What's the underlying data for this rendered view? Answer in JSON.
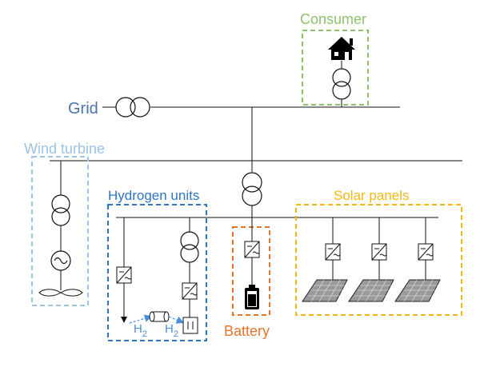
{
  "labels": {
    "consumer": "Consumer",
    "grid": "Grid",
    "wind_turbine": "Wind turbine",
    "hydrogen_units": "Hydrogen units",
    "solar_panels": "Solar panels",
    "battery": "Battery",
    "h2_symbol": "H",
    "h2_subscript": "2"
  },
  "colors": {
    "consumer": "#8dc46b",
    "grid": "#4a72b0",
    "wind_turbine": "#9cc3e6",
    "hydrogen_units": "#2e75c4",
    "solar_panels": "#f2b817",
    "battery": "#e8742a",
    "wire": "#111111"
  },
  "icons": {
    "house": "house-icon",
    "transformer": "transformer-icon",
    "converter": "converter-icon",
    "generator": "ac-generator-icon",
    "turbine_blades": "turbine-blades-icon",
    "battery": "battery-icon",
    "solar_panel": "solar-panel-icon",
    "hydrogen_tank": "hydrogen-tank-icon",
    "fuel_cell": "fuel-cell-icon"
  }
}
